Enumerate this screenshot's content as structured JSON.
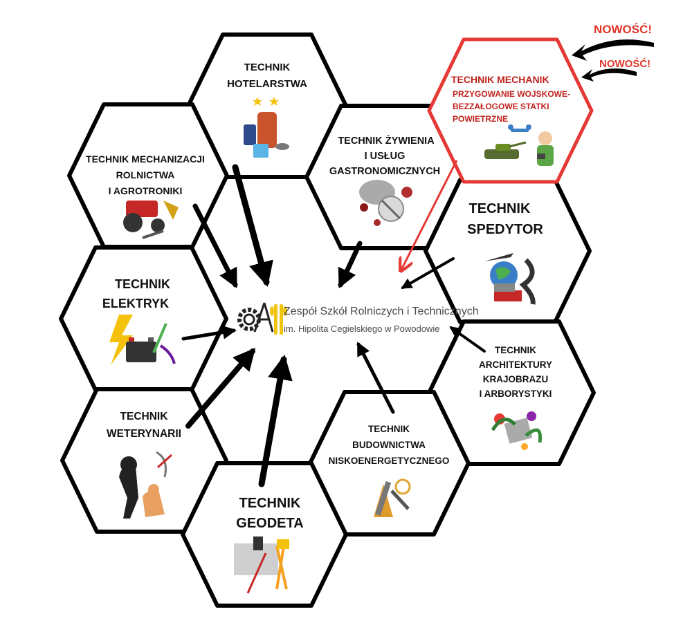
{
  "new_badges": [
    "NOWOŚĆ!",
    "NOWOŚĆ!"
  ],
  "school": {
    "line1": "Zespół Szkół Rolniczych i Technicznych",
    "line2": "im. Hipolita Cegielskiego w Powodowie"
  },
  "specialties": {
    "hotelarstwa": [
      "TECHNIK",
      "HOTELARSTWA"
    ],
    "mechanizacji": [
      "TECHNIK MECHANIZACJI",
      "ROLNICTWA",
      "I AGROTRONIKI"
    ],
    "zywienia": [
      "TECHNIK ŻYWIENIA",
      "I USŁUG",
      "GASTRONOMICZNYCH"
    ],
    "mechanik": [
      "TECHNIK MECHANIK",
      "PRZYGOWANIE WOJSKOWE-",
      "BEZZAŁOGOWE STATKI",
      "POWIETRZNE"
    ],
    "spedytor": [
      "TECHNIK",
      "SPEDYTOR"
    ],
    "elektryk": [
      "TECHNIK",
      "ELEKTRYK"
    ],
    "architektury": [
      "TECHNIK",
      "ARCHITEKTURY",
      "KRAJOBRAZU",
      "I ARBORYSTYKI"
    ],
    "weterynarii": [
      "TECHNIK",
      "WETERYNARII"
    ],
    "budownictwa": [
      "TECHNIK",
      "BUDOWNICTWA",
      "NISKOENERGETYCZNEGO"
    ],
    "geodeta": [
      "TECHNIK",
      "GEODETA"
    ]
  },
  "colors": {
    "outline": "#000000",
    "highlight": "#e53935",
    "highlight_text": "#c0231e"
  }
}
